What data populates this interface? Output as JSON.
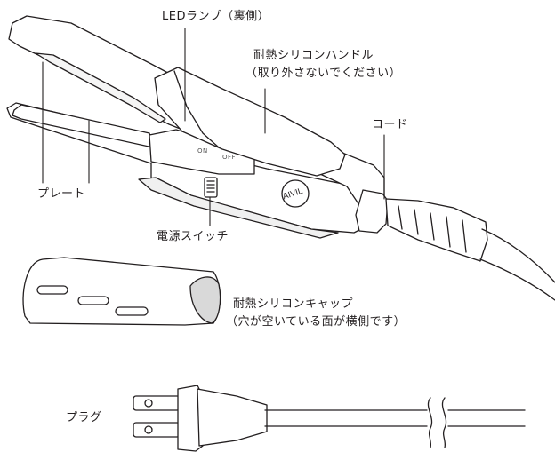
{
  "labels": {
    "led_lamp": "LEDランプ（裏側）",
    "handle_line1": "耐熱シリコンハンドル",
    "handle_line2": "（取り外さないでください）",
    "cord": "コード",
    "plate": "プレート",
    "power_switch": "電源スイッチ",
    "cap_line1": "耐熱シリコンキャップ",
    "cap_line2": "（穴が空いている面が横側です）",
    "plug": "プラグ"
  },
  "product": {
    "brand": "AIVIL",
    "switch_on": "ON",
    "switch_off": "OFF"
  },
  "colors": {
    "line": "#231f20",
    "fill": "#ffffff",
    "shade": "#d9d9d9"
  }
}
